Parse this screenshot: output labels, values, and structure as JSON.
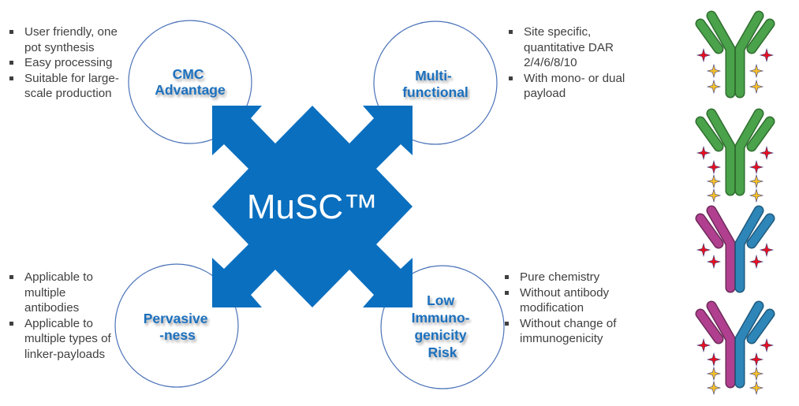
{
  "center": {
    "label": "MuSC™",
    "color": "#0a6fbf"
  },
  "circles": [
    {
      "id": "cmc-advantage",
      "lines": [
        "CMC",
        "Advantage"
      ]
    },
    {
      "id": "multi-functional",
      "lines": [
        "Multi-",
        "functional"
      ]
    },
    {
      "id": "pervasiveness",
      "lines": [
        "Pervasive",
        "-ness"
      ]
    },
    {
      "id": "low-immunogenicity-risk",
      "lines": [
        "Low",
        "Immuno-",
        "genicity",
        "Risk"
      ]
    }
  ],
  "bullet_groups": {
    "cmc": [
      "User friendly, one pot synthesis",
      "Easy processing",
      "Suitable for large-scale production"
    ],
    "multi": [
      "Site specific, quantitative DAR 2/4/6/8/10",
      "With mono- or dual payload"
    ],
    "pervasive": [
      "Applicable to multiple antibodies",
      "Applicable to multiple types of linker-payloads"
    ],
    "immuno": [
      "Pure chemistry",
      "Without antibody modification",
      "Without change of immunogenicity"
    ]
  },
  "bullet_lines": {
    "cmc": [
      [
        "User friendly, one",
        "pot synthesis"
      ],
      [
        "Easy processing"
      ],
      [
        "Suitable for large-",
        "scale production"
      ]
    ],
    "multi": [
      [
        "Site specific,",
        "quantitative DAR",
        "2/4/6/8/10"
      ],
      [
        "With mono- or dual",
        "payload"
      ]
    ],
    "pervasive": [
      [
        "Applicable to",
        "multiple",
        "antibodies"
      ],
      [
        "Applicable to",
        "multiple types of",
        "linker-payloads"
      ]
    ],
    "immuno": [
      [
        "Pure chemistry"
      ],
      [
        "Without antibody",
        "modification"
      ],
      [
        "Without change of",
        "immunogenicity"
      ]
    ]
  },
  "colors": {
    "circle_stroke": "#4a72b8",
    "circle_text": "#1a6fbd",
    "bullet_text": "#404040",
    "antibody_green": "#4aa24a",
    "antibody_magenta": "#b0408f",
    "antibody_blue": "#2e86b8",
    "payload_red": "#e8101e",
    "payload_yellow": "#f5c02a"
  },
  "antibodies": [
    {
      "name": "antibody-green-dar4",
      "left_color": "green",
      "right_color": "green",
      "left_payloads": [
        "red",
        "yellow",
        "yellow"
      ],
      "right_payloads": [
        "red",
        "yellow",
        "yellow"
      ]
    },
    {
      "name": "antibody-green-dar8",
      "left_color": "green",
      "right_color": "green",
      "left_payloads": [
        "red",
        "red",
        "yellow",
        "yellow"
      ],
      "right_payloads": [
        "red",
        "red",
        "yellow",
        "yellow"
      ]
    },
    {
      "name": "antibody-bispecific-dar4",
      "left_color": "magenta",
      "right_color": "blue",
      "left_payloads": [
        "red",
        "red"
      ],
      "right_payloads": [
        "red",
        "red"
      ]
    },
    {
      "name": "antibody-bispecific-dar8",
      "left_color": "magenta",
      "right_color": "blue",
      "left_payloads": [
        "red",
        "red",
        "yellow",
        "yellow"
      ],
      "right_payloads": [
        "red",
        "red",
        "yellow",
        "yellow"
      ]
    }
  ]
}
